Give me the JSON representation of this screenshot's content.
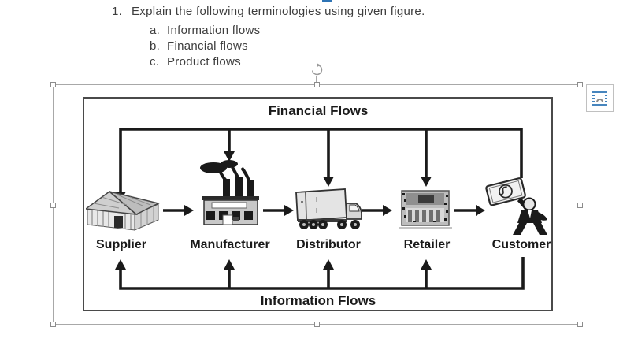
{
  "question": {
    "number": "1.",
    "text": "Explain the following terminologies using given figure.",
    "sub_items": [
      {
        "letter": "a.",
        "text": "Information flows"
      },
      {
        "letter": "b.",
        "text": "Financial flows"
      },
      {
        "letter": "c.",
        "text": "Product flows"
      }
    ]
  },
  "figure": {
    "financial_flows_label": "Financial Flows",
    "information_flows_label": "Information Flows",
    "entities": [
      {
        "name": "Supplier",
        "icon": "warehouse-icon"
      },
      {
        "name": "Manufacturer",
        "icon": "factory-icon"
      },
      {
        "name": "Distributor",
        "icon": "truck-icon"
      },
      {
        "name": "Retailer",
        "icon": "store-icon"
      },
      {
        "name": "Customer",
        "icon": "person-with-money-icon"
      }
    ]
  },
  "selection": {
    "handles": [
      "top-left",
      "top-center",
      "top-right",
      "middle-left",
      "middle-right",
      "bottom-left",
      "bottom-center",
      "bottom-right"
    ],
    "rotate_icon": "rotate-arrow-icon",
    "layout_options_icon": "text-wrap-arch-icon"
  },
  "colors": {
    "diagram_ink": "#1a1a1a",
    "figure_border": "#4a4a4a",
    "selection_gray": "#a8a8a8",
    "accent_blue": "#2e74b5",
    "body_text": "#3d3d3d"
  }
}
